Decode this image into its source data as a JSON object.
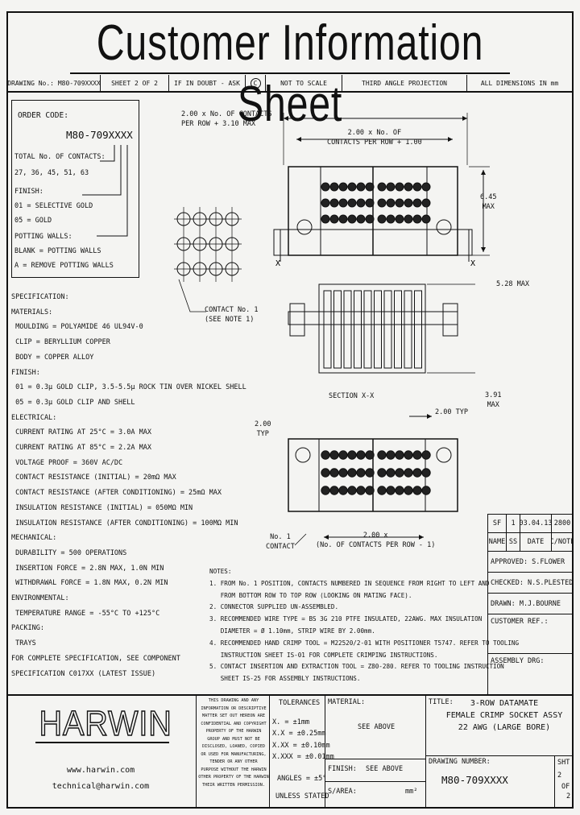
{
  "title": "Customer Information Sheet",
  "header": {
    "drawing_no": "DRAWING No.: M80-709XXXX",
    "sheet": "SHEET 2 OF 2",
    "if_in_doubt": "IF IN DOUBT - ASK",
    "copyright": "C",
    "not_to_scale": "NOT TO SCALE",
    "projection": "THIRD ANGLE PROJECTION",
    "dimensions": "ALL DIMENSIONS IN mm"
  },
  "order_code": {
    "label": "ORDER CODE:",
    "code": "M80-709XXXX",
    "lines": [
      "TOTAL No. OF CONTACTS:",
      "27, 36, 45, 51, 63",
      "FINISH:",
      "01 = SELECTIVE GOLD",
      "05 = GOLD",
      "POTTING WALLS:",
      "BLANK = POTTING WALLS",
      "A = REMOVE POTTING WALLS"
    ]
  },
  "specification": [
    "SPECIFICATION:",
    "MATERIALS:",
    " MOULDING = POLYAMIDE 46 UL94V-0",
    " CLIP = BERYLLIUM COPPER",
    " BODY = COPPER ALLOY",
    "FINISH:",
    " 01 = 0.3μ GOLD CLIP, 3.5-5.5μ ROCK TIN OVER NICKEL SHELL",
    " 05 = 0.3μ GOLD CLIP AND SHELL",
    "ELECTRICAL:",
    " CURRENT RATING AT 25°C = 3.0A MAX",
    " CURRENT RATING AT 85°C = 2.2A MAX",
    " VOLTAGE PROOF = 360V AC/DC",
    " CONTACT RESISTANCE (INITIAL) = 20mΩ MAX",
    " CONTACT RESISTANCE (AFTER CONDITIONING) = 25mΩ MAX",
    " INSULATION RESISTANCE (INITIAL) = 050MΩ MIN",
    " INSULATION RESISTANCE (AFTER CONDITIONING) = 100MΩ MIN",
    "MECHANICAL:",
    " DURABILITY = 500 OPERATIONS",
    " INSERTION FORCE = 2.8N MAX, 1.0N MIN",
    " WITHDRAWAL FORCE = 1.8N MAX, 0.2N MIN",
    "ENVIRONMENTAL:",
    " TEMPERATURE RANGE = -55°C TO +125°C",
    "PACKING:",
    " TRAYS",
    "FOR COMPLETE SPECIFICATION, SEE COMPONENT",
    "SPECIFICATION C017XX (LATEST ISSUE)"
  ],
  "drawing_labels": {
    "dim_top_left": "2.00 x No. OF CONTACTS\nPER ROW + 3.10 MAX",
    "dim_top_mid": "2.00 x No. OF\nCONTACTS PER ROW + 1.00",
    "dim_height": "6.45\nMAX",
    "section_mark": "X",
    "contact_note": "CONTACT No. 1\n(SEE NOTE 1)",
    "dim_528": "5.28 MAX",
    "section_label": "SECTION X-X",
    "dim_391": "3.91\nMAX",
    "dim_200_typ": "2.00 TYP",
    "dim_200_left": "2.00\nTYP",
    "contact_no1": "No. 1\nCONTACT",
    "dim_bottom": "2.00 x\n(No. OF CONTACTS PER ROW - 1)"
  },
  "notes": [
    "NOTES:",
    "1. FROM No. 1 POSITION, CONTACTS NUMBERED IN SEQUENCE FROM RIGHT TO LEFT AND",
    "   FROM BOTTOM ROW TO TOP ROW (LOOKING ON MATING FACE).",
    "2. CONNECTOR SUPPLIED UN-ASSEMBLED.",
    "3. RECOMMENDED WIRE TYPE = BS 3G 210 PTFE INSULATED, 22AWG. MAX INSULATION",
    "   DIAMETER = Ø 1.10mm, STRIP WIRE BY 2.00mm.",
    "4. RECOMMENDED HAND CRIMP TOOL = M22520/2-01 WITH POSITIONER T5747. REFER TO TOOLING",
    "   INSTRUCTION SHEET IS-01 FOR COMPLETE CRIMPING INSTRUCTIONS.",
    "5. CONTACT INSERTION AND EXTRACTION TOOL = Z80-280. REFER TO TOOLING INSTRUCTION",
    "   SHEET IS-25 FOR ASSEMBLY INSTRUCTIONS."
  ],
  "revision": {
    "cells": [
      "SF",
      "1",
      "03.04.13",
      "2800"
    ],
    "headers": [
      "NAME",
      "SS",
      "DATE",
      "C/NOTE"
    ],
    "approved": "APPROVED: S.FLOWER",
    "checked": "CHECKED: N.S.PLESTED",
    "drawn": "DRAWN: M.J.BOURNE",
    "customer_ref": "CUSTOMER REF.:",
    "assembly_drg": "ASSEMBLY DRG:"
  },
  "footer": {
    "brand": "HARWIN",
    "website": "www.harwin.com",
    "email": "technical@harwin.com",
    "legal": "THIS DRAWING AND ANY\nINFORMATION OR DESCRIPTIVE\nMATTER SET OUT HEREON ARE\nCONFIDENTIAL AND COPYRIGHT\nPROPERTY OF THE HARWIN\nGROUP AND MUST NOT BE\nDISCLOSED, LOANED, COPIED\nOR USED FOR MANUFACTURING,\nTENDER OR ANY OTHER\nPURPOSE WITHOUT THE HARWIN\nOTHER PROPERTY OF THE HARWIN\nTHEIR WRITTEN PERMISSION.",
    "tolerances_label": "TOLERANCES",
    "tolerances": [
      "X. = ±1mm",
      "X.X = ±0.25mm",
      "X.XX = ±0.10mm",
      "X.XXX = ±0.01mm"
    ],
    "angles": "ANGLES = ±5°",
    "unless": "UNLESS STATED",
    "material_label": "MATERIAL:",
    "material_value": "SEE ABOVE",
    "finish_label": "FINISH:",
    "finish_value": "SEE ABOVE",
    "sarea_label": "S/AREA:",
    "sarea_unit": "mm²",
    "title_label": "TITLE:",
    "title_value": "3-ROW DATAMATE\nFEMALE CRIMP SOCKET ASSY\n22 AWG (LARGE BORE)",
    "drawing_number_label": "DRAWING NUMBER:",
    "drawing_number": "M80-709XXXX",
    "sht_label": "SHT",
    "sht_value": "2",
    "sht_of": "OF",
    "sht_total": "2"
  }
}
